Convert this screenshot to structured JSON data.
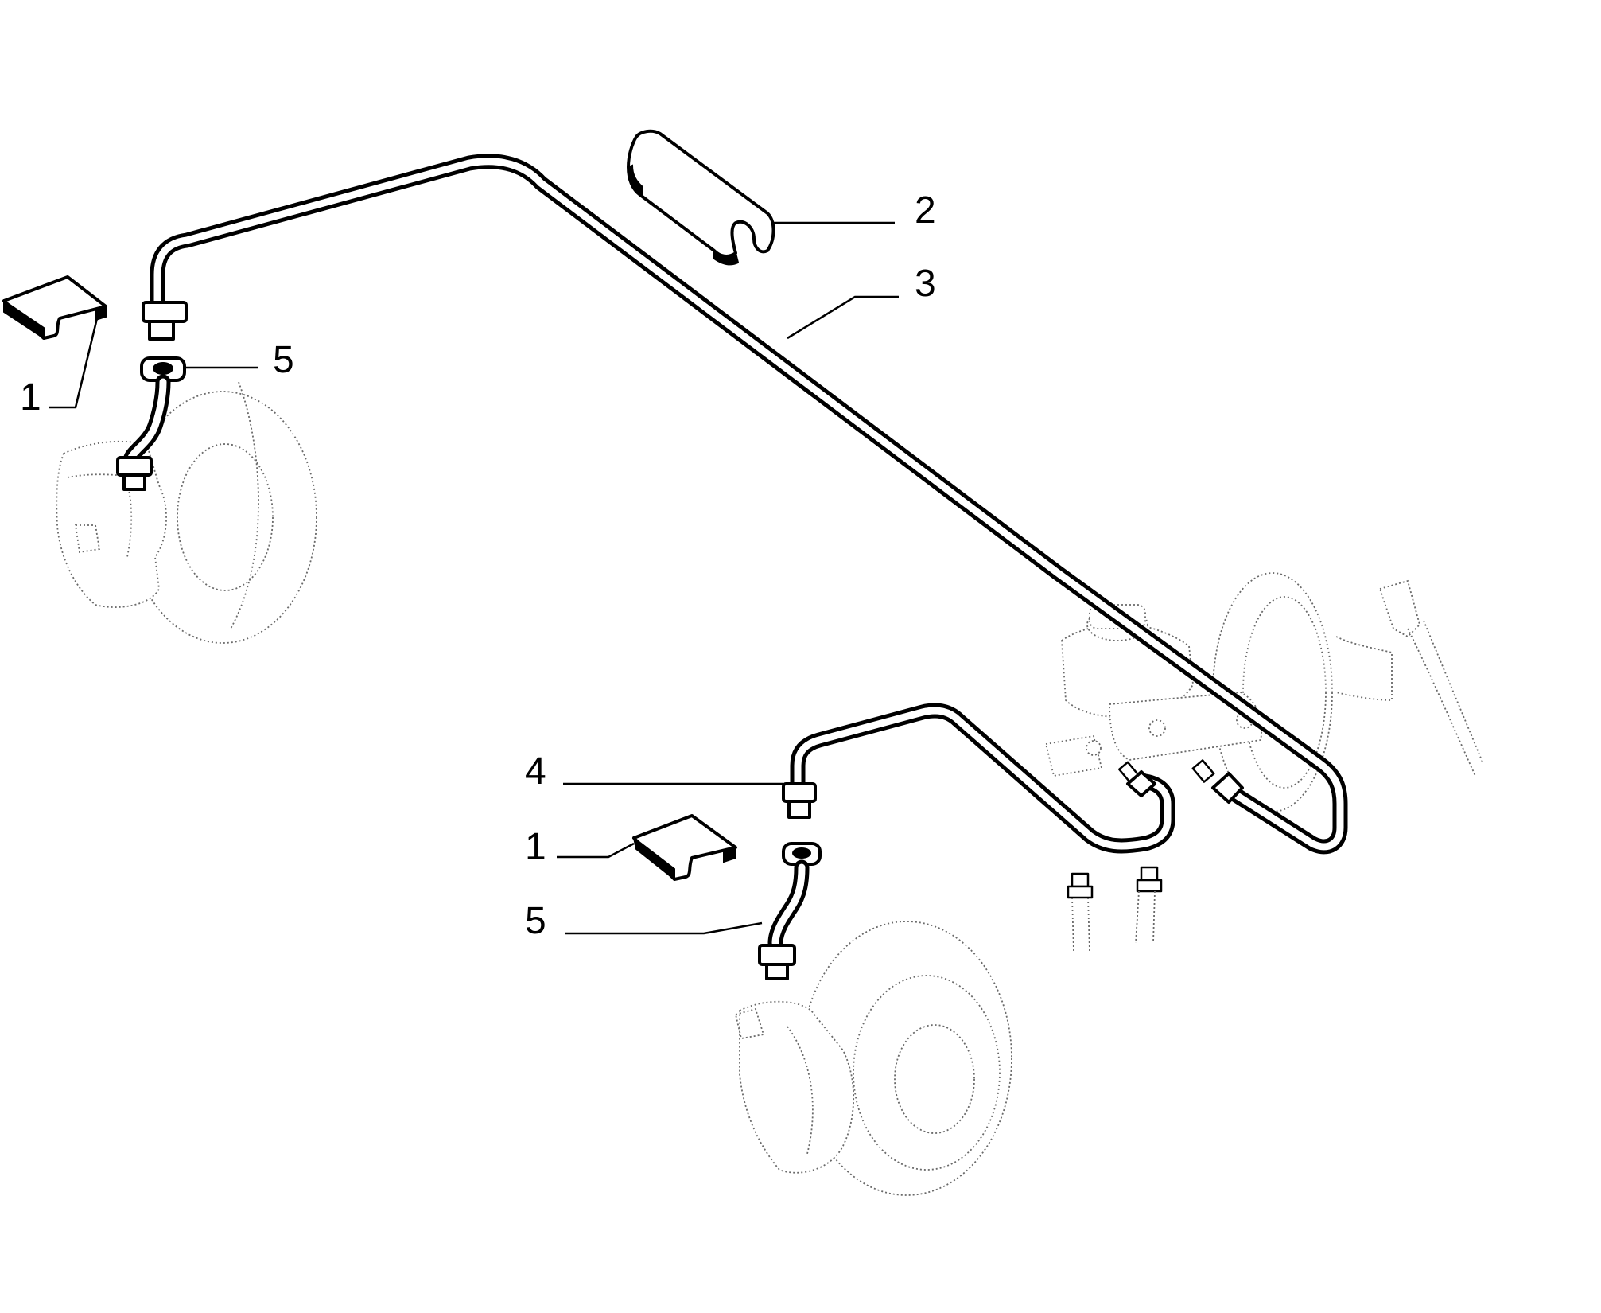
{
  "callouts": [
    {
      "id": "clip-upper",
      "label": "1"
    },
    {
      "id": "clip-lower",
      "label": "1"
    },
    {
      "id": "grommet",
      "label": "2"
    },
    {
      "id": "long-pipe",
      "label": "3"
    },
    {
      "id": "short-pipe",
      "label": "4"
    },
    {
      "id": "hose-upper",
      "label": "5"
    },
    {
      "id": "hose-lower",
      "label": "5"
    }
  ],
  "colors": {
    "line": "#000000",
    "background": "#ffffff",
    "ghost": "#6a6a6a"
  }
}
